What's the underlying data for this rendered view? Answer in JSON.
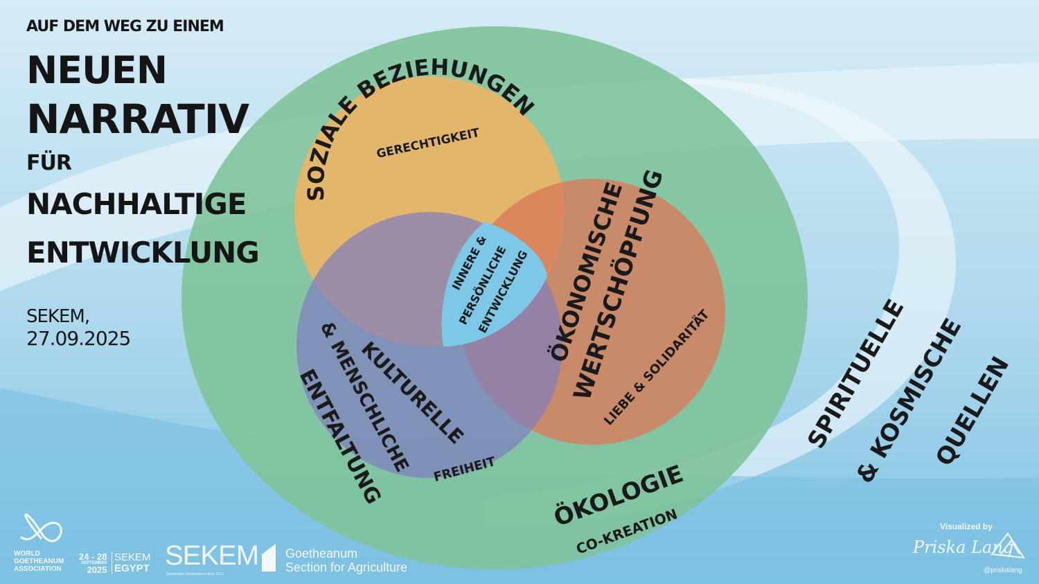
{
  "header": {
    "line1": "AUF DEM WEG ZU EINEM",
    "line2": "NEUEN",
    "line3": "NARRATIV",
    "line4": "FÜR",
    "line5": "NACHHALTIGE",
    "line6": "ENTWICKLUNG",
    "place": "SEKEM,",
    "date": "27.09.2025"
  },
  "diagram": {
    "outer": {
      "title": "ÖKOLOGIE",
      "subtitle": "CO-KREATION",
      "color": "#7fc39a"
    },
    "social": {
      "title": "SOZIALE BEZIEHUNGEN",
      "subtitle": "GERECHTIGKEIT",
      "color": "#e8b56a"
    },
    "economic": {
      "title1": "ÖKONOMISCHE",
      "title2": "WERTSCHÖPFUNG",
      "subtitle": "LIEBE & SOLIDARITÄT",
      "color": "#d8835f"
    },
    "cultural": {
      "title1": "KULTURELLE",
      "title2": "& MENSCHLICHE",
      "title3": "ENTFALTUNG",
      "subtitle": "FREIHEIT",
      "color": "#8a8fc0"
    },
    "center": {
      "line1": "INNERE &",
      "line2": "PERSÖNLICHE",
      "line3": "ENTWICKLUNG",
      "color": "#7cc8e6"
    },
    "spiritual": {
      "line1": "SPIRITUELLE",
      "line2": "& KOSMISCHE",
      "line3": "QUELLEN"
    }
  },
  "logos": {
    "wga": [
      "WORLD",
      "GOETHEANUM",
      "ASSOCIATION"
    ],
    "event_dates": "24 - 28",
    "event_month": "SEPTEMBER",
    "event_year": "2025",
    "event_place1": "SEKEM",
    "event_place2": "EGYPT",
    "sekem": "SEKEM",
    "sekem_tag": "Sustainable Development since 1977",
    "goetheanum1": "Goetheanum",
    "goetheanum2": "Section for Agriculture",
    "visualized": "Visualized by",
    "artist": "Priska Lang",
    "handle": "@priskalang"
  }
}
